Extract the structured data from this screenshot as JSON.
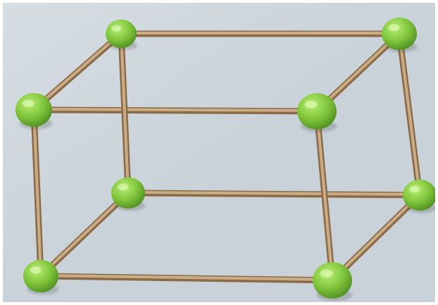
{
  "scene": {
    "subject": "ball-and-stick-cuboid-model",
    "vertex_count": 8,
    "edge_count": 12,
    "colors": {
      "background": "#c9d2d9",
      "background_highlight": "#d6dde3",
      "ball_light": "#b8ee74",
      "ball_mid": "#7fc43a",
      "ball_dark": "#4b8a1f",
      "stick_light": "#c9ad86",
      "stick_dark": "#8c6a47"
    }
  }
}
